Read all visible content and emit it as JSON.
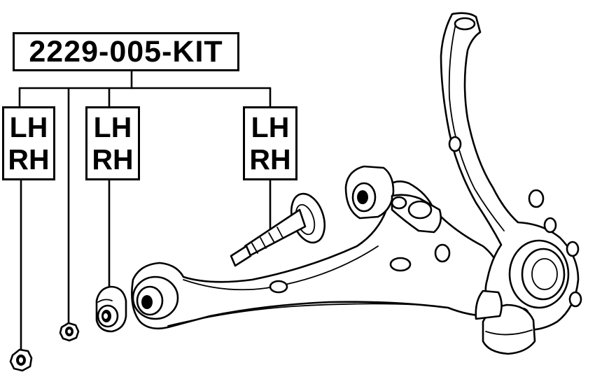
{
  "kit": {
    "part_number": "2229-005-KIT"
  },
  "parts": [
    {
      "sides": [
        "LH",
        "RH"
      ]
    },
    {
      "sides": [
        "LH",
        "RH"
      ]
    },
    {
      "sides": [
        "LH",
        "RH"
      ]
    }
  ]
}
